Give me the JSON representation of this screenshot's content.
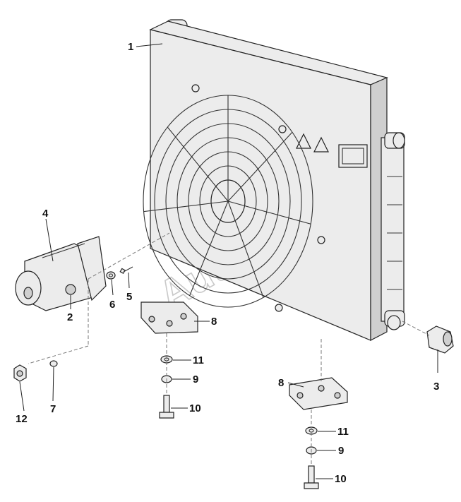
{
  "watermark": "Autosoft",
  "callouts": {
    "c1": "1",
    "c2": "2",
    "c3": "3",
    "c4": "4",
    "c5": "5",
    "c6": "6",
    "c7": "7",
    "c8a": "8",
    "c8b": "8",
    "c9a": "9",
    "c9b": "9",
    "c10a": "10",
    "c10b": "10",
    "c11a": "11",
    "c11b": "11",
    "c12": "12"
  }
}
